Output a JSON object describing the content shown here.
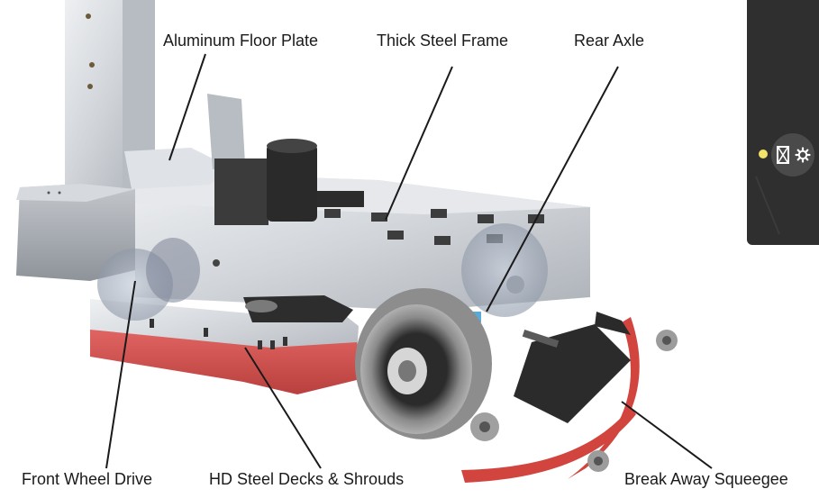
{
  "labels": {
    "aluminum_floor_plate": "Aluminum Floor Plate",
    "thick_steel_frame": "Thick Steel Frame",
    "rear_axle": "Rear Axle",
    "front_wheel_drive": "Front Wheel Drive",
    "hd_steel_decks": "HD Steel Decks & Shrouds",
    "break_away_squeegee": "Break Away Squeegee"
  },
  "panel": {
    "status_dot_color": "#f2e36b",
    "icons": [
      "hourglass-icon",
      "gear-icon"
    ]
  },
  "colors": {
    "shroud_red": "#d24a48",
    "deck_silver": "#c9ccd1",
    "frame_gray": "#bfc3c8",
    "panel_bg": "#2f2f2f"
  }
}
